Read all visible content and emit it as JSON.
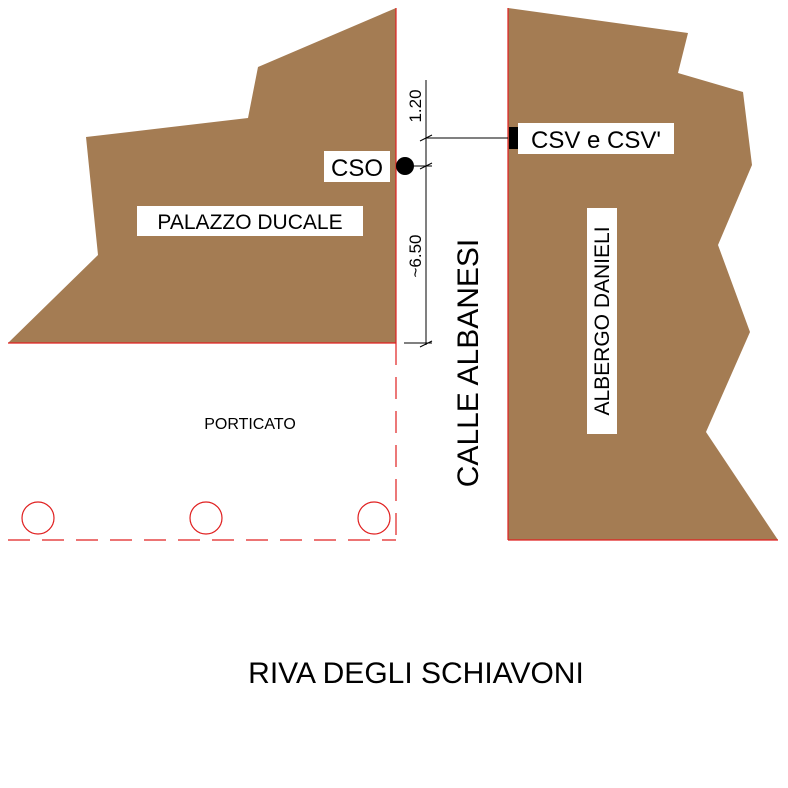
{
  "labels": {
    "palazzo": "PALAZZO DUCALE",
    "albergo": "ALBERGO DANIELI",
    "calle": "CALLE ALBANESI",
    "porticato": "PORTICATO",
    "riva": "RIVA DEGLI SCHIAVONI",
    "cso": "CSO",
    "csv": "CSV e CSV'",
    "dim_top": "1.20",
    "dim_main": "~6.50"
  },
  "colors": {
    "building": "#a47c53",
    "edge": "#e02020",
    "dim": "#000000"
  }
}
